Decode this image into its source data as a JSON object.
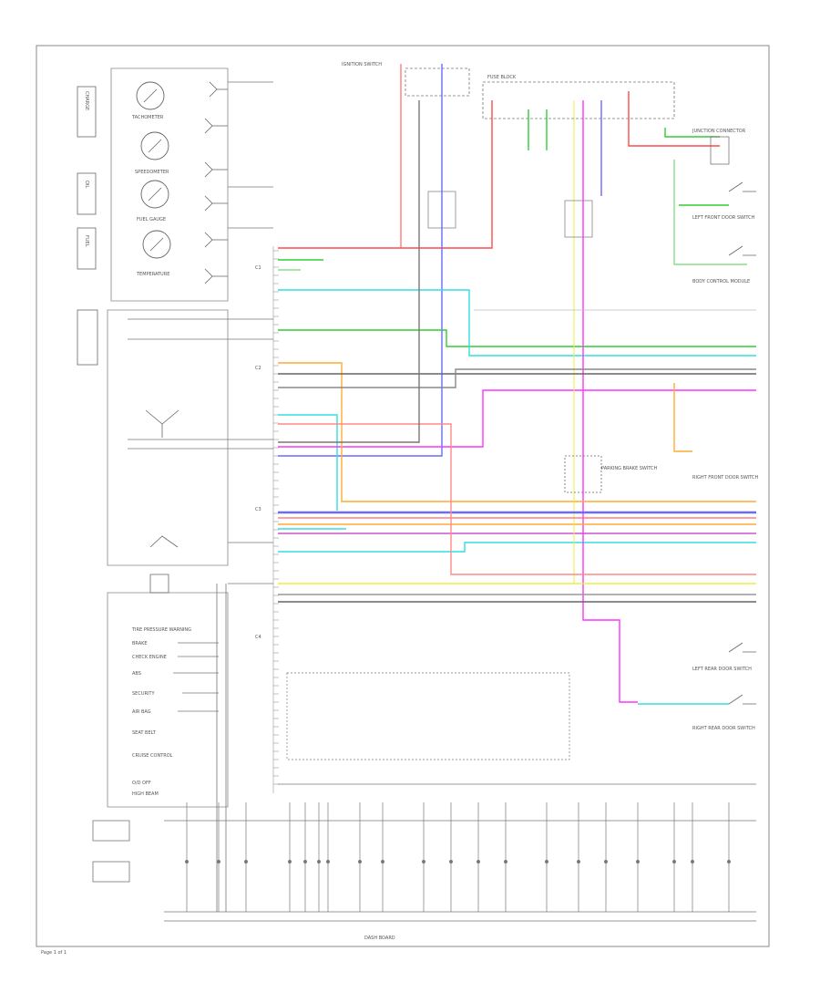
{
  "diagram": {
    "footer_label": "DASH BOARD",
    "corner_label": "Page 1 of 1",
    "instrument_cluster": {
      "gauges": [
        "TACHOMETER",
        "SPEEDOMETER",
        "FUEL GAUGE",
        "TEMPERATURE"
      ],
      "side_boxes": [
        "CHARGE",
        "OIL",
        "FUEL"
      ]
    },
    "warning_lamps": [
      "TIRE PRESSURE WARNING",
      "BRAKE",
      "CHECK ENGINE",
      "ABS",
      "SECURITY",
      "AIR BAG",
      "SEAT BELT",
      "CRUISE CONTROL",
      "O/D OFF",
      "HIGH BEAM"
    ],
    "connectors": [
      "C1",
      "C2",
      "C3",
      "C4"
    ],
    "right_components": [
      "BODY CONTROL MODULE",
      "LEFT FRONT DOOR SWITCH",
      "RIGHT FRONT DOOR SWITCH",
      "PARKING BRAKE SWITCH",
      "LEFT REAR DOOR SWITCH",
      "RIGHT REAR DOOR SWITCH"
    ],
    "top_components": [
      "FUSE BLOCK",
      "IGNITION SWITCH",
      "JUNCTION CONNECTOR"
    ],
    "colors": {
      "red": "#ff4a4a",
      "blue": "#6a6aff",
      "green": "#33cc33",
      "cyan": "#33dede",
      "magenta": "#ff33ff",
      "orange": "#ffaa33",
      "yellow": "#eeee44",
      "black": "#555555",
      "pink": "#ff8888",
      "lightgreen": "#88dd88",
      "purple": "#aa44ff"
    }
  }
}
